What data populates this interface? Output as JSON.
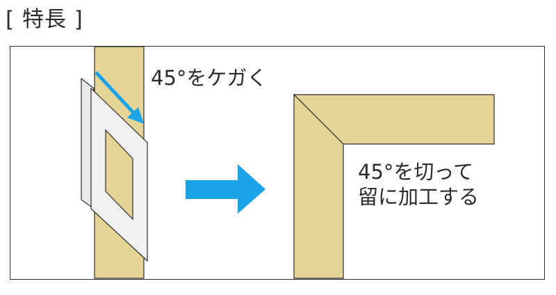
{
  "heading": "[ 特長 ]",
  "step1_label": "45°をケガく",
  "step2_label_line1": "45°を切って",
  "step2_label_line2": "留に加工する",
  "colors": {
    "wood": "#e5d497",
    "outline": "#2b2b2b",
    "ruler_face": "#f1f1f1",
    "ruler_back": "#e9e9e9",
    "arrow": "#1aa3e8"
  }
}
